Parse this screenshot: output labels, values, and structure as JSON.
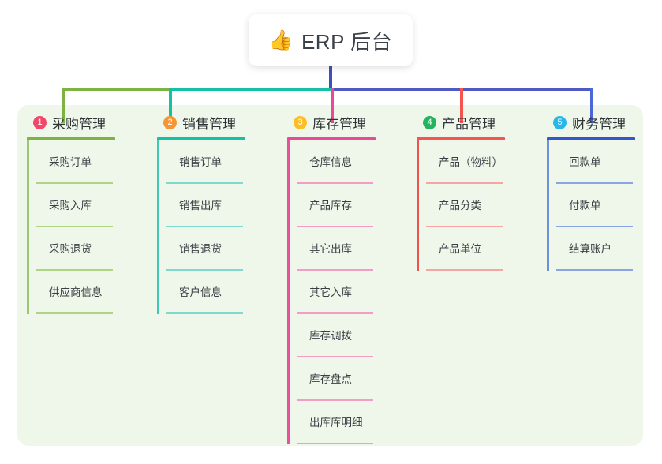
{
  "root": {
    "icon": "thumbs-up-icon",
    "emoji": "👍",
    "title": "ERP 后台"
  },
  "palette": {
    "canvas_background": "#ffffff",
    "panel_background": "#eef7e9",
    "title_text": "#3c4149",
    "stem": "#3f51b5",
    "bus_left": "#7cb342",
    "bus_mid": "#14c2a3",
    "bus_right": "#5159c4"
  },
  "columns": [
    {
      "number": "1",
      "title": "采购管理",
      "badge_color": "#f2476b",
      "rule_color": "#7cb342",
      "spine_color": "#9cc96f",
      "leaf_rule_color": "#aed581",
      "drop_color": "#7cb342",
      "items": [
        "采购订单",
        "采购入库",
        "采购退货",
        "供应商信息"
      ]
    },
    {
      "number": "2",
      "title": "销售管理",
      "badge_color": "#f79433",
      "rule_color": "#14c2a3",
      "spine_color": "#3fc9b4",
      "leaf_rule_color": "#7fd9cc",
      "drop_color": "#14c2a3",
      "items": [
        "销售订单",
        "销售出库",
        "销售退货",
        "客户信息"
      ]
    },
    {
      "number": "3",
      "title": "库存管理",
      "badge_color": "#fbbf24",
      "rule_color": "#ec4899",
      "spine_color": "#e8509b",
      "leaf_rule_color": "#f29ec4",
      "drop_color": "#ec4899",
      "items": [
        "仓库信息",
        "产品库存",
        "其它出库",
        "其它入库",
        "库存调拨",
        "库存盘点",
        "出库库明细"
      ]
    },
    {
      "number": "4",
      "title": "产品管理",
      "badge_color": "#22b45e",
      "rule_color": "#f4554f",
      "spine_color": "#ef5350",
      "leaf_rule_color": "#f7a5a2",
      "drop_color": "#f4554f",
      "items": [
        "产品（物料）",
        "产品分类",
        "产品单位"
      ]
    },
    {
      "number": "5",
      "title": "财务管理",
      "badge_color": "#29b6e8",
      "rule_color": "#3457c9",
      "spine_color": "#6f8ede",
      "leaf_rule_color": "#8ba4e4",
      "drop_color": "#4a66d8",
      "items": [
        "回款单",
        "付款单",
        "结算账户"
      ]
    }
  ]
}
